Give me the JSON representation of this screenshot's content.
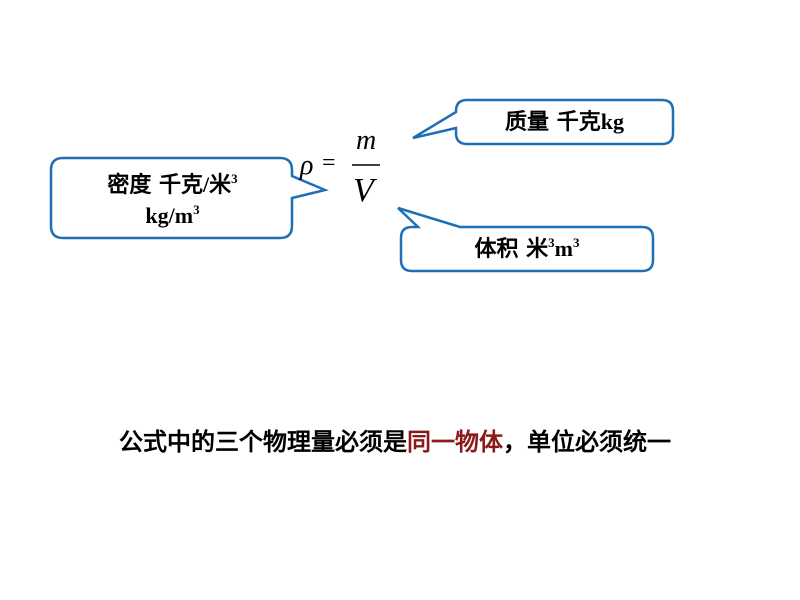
{
  "density_box": {
    "line1_cn": "密度 千克",
    "line1_sep": "/",
    "line1_unit": "米",
    "line1_exp": "3",
    "line2_unit": "kg/m",
    "line2_exp": "3"
  },
  "formula": {
    "lhs": "ρ",
    "equals": "=",
    "numerator": "m",
    "denominator": "V"
  },
  "mass_box": {
    "label": "质量 千克",
    "unit": "kg"
  },
  "volume_box": {
    "label": "体积 米",
    "exp1": "3",
    "unit": "m",
    "exp2": "3"
  },
  "note": {
    "part1": "公式中的三个物理量必须是",
    "highlight": "同一物体",
    "part2": "，单位必须统一",
    "highlight_color": "#8b1a1a"
  },
  "colors": {
    "box_border": "#1f6fb5"
  }
}
